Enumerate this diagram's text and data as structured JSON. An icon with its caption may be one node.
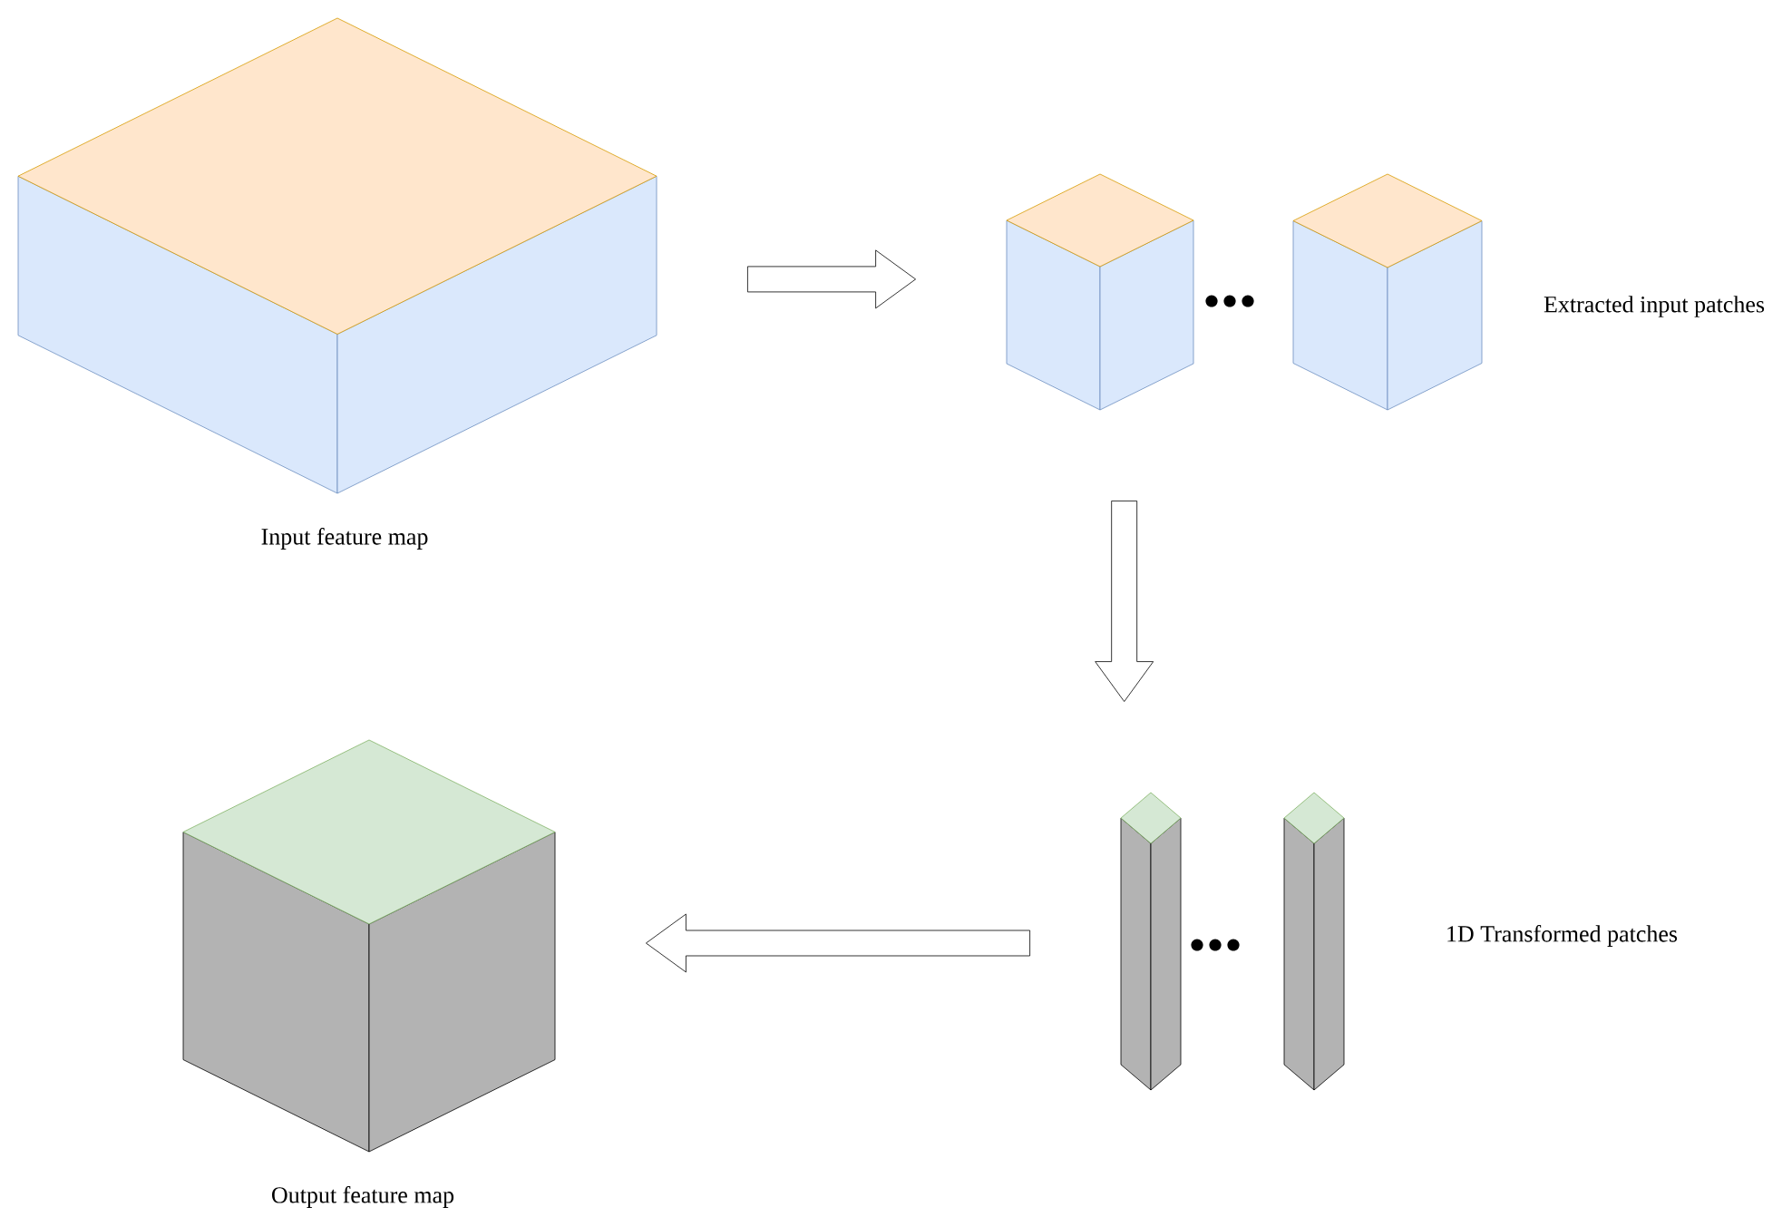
{
  "diagram": {
    "nodes": [
      {
        "text": [],
        "shape": "cube",
        "beside": [
          "Input feature map"
        ]
      },
      {
        "text": [],
        "shape": "cube"
      },
      {
        "text": [],
        "shape": "cube"
      },
      {
        "text": [],
        "shape": "bar"
      },
      {
        "text": [],
        "shape": "bar"
      },
      {
        "text": [],
        "shape": "cube",
        "beside": [
          "Output feature map"
        ]
      }
    ],
    "edges": [
      {
        "from": 0,
        "to": 1,
        "arrow": "to"
      },
      {
        "from": 1,
        "to": 3,
        "arrow": "to"
      },
      {
        "from": 3,
        "to": 5,
        "arrow": "to"
      }
    ],
    "labels": [
      "Extracted input patches",
      "1D Transformed patches"
    ]
  }
}
